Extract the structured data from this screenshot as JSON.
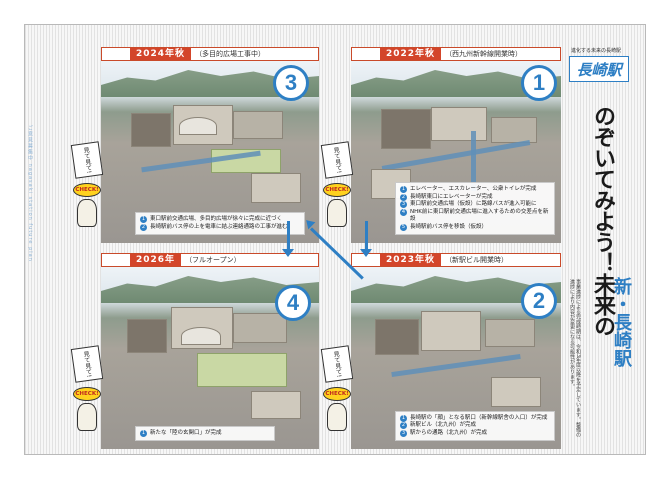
{
  "colors": {
    "accent_blue": "#2e7fc4",
    "badge_red": "#d3452a"
  },
  "title": {
    "tagline": "進化する未来の長崎駅",
    "logo": "長崎駅",
    "main": "のぞいてみよう！未来の",
    "station": "新・長崎駅",
    "subtext": "事業進捗による完成時期は、令和3年度以降を予定しています。整備の進捗により内容が変更になる可能性があります。",
    "side_note": "ご意見募集中 nagasaki station future plan"
  },
  "panels": {
    "p1": {
      "number": "1",
      "year": "2022年秋",
      "status": "（西九州新幹線開業時）",
      "notes": [
        "エレベーター、エスカレーター、公衆トイレが完成",
        "長崎駅東口にエレベーターが完成",
        "東口駅前交通広場（仮設）に路線バスが進入可能に",
        "NHK前に東口駅前交通広場に進入するための交差点を新設",
        "長崎駅前バス停を移設（仮設）"
      ]
    },
    "p2": {
      "number": "2",
      "year": "2023年秋",
      "status": "（新駅ビル開業時）",
      "notes": [
        "長崎駅の「顔」となる駅口（新幹線駅舎の入口）が完成",
        "新駅ビル（北九州）が完成",
        "駅からの通路（北九州）が完成"
      ]
    },
    "p3": {
      "number": "3",
      "year": "2024年秋",
      "status": "（多目的広場工事中）",
      "notes": [
        "東口駅前交通広場、多目的広場が徐々に完成に近づく",
        "長崎駅前バス停の上を電車に結ぶ連絡通路の工事が進む"
      ]
    },
    "p4": {
      "number": "4",
      "year": "2026年",
      "status": "（フルオープン）",
      "notes": [
        "新たな「陸の玄関口」が完成"
      ]
    }
  },
  "mascot": {
    "sign": "見て見て!",
    "check": "CHECK!"
  }
}
